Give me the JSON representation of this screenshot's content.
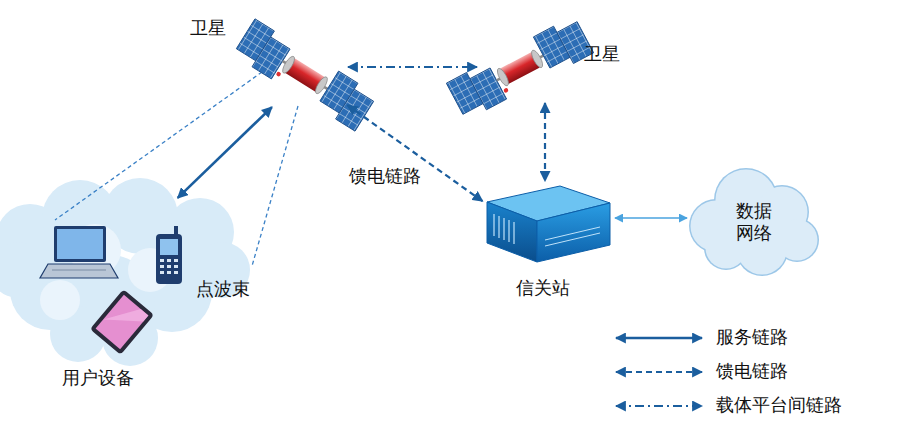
{
  "diagram": {
    "nodes": [
      {
        "text": [
          "卫星"
        ]
      },
      {
        "text": [
          "卫星"
        ]
      },
      {
        "text": [
          "信关站"
        ]
      },
      {
        "text": [
          "数据 网络"
        ]
      },
      {
        "text": [
          "用户设备"
        ]
      }
    ],
    "edges": [
      {
        "from": 0,
        "to": 4,
        "arrow": "both"
      },
      {
        "from": 0,
        "to": 1,
        "arrow": "both"
      },
      {
        "from": 0,
        "to": 2,
        "arrow": "both",
        "label": "馈电链路"
      },
      {
        "from": 1,
        "to": 2,
        "arrow": "both"
      },
      {
        "from": 2,
        "to": 3,
        "arrow": "both"
      }
    ],
    "labels": [
      "点波束"
    ],
    "legend": [
      {
        "text": "服务链路"
      },
      {
        "text": "馈电链路"
      },
      {
        "text": "载体平台间链路"
      }
    ]
  }
}
